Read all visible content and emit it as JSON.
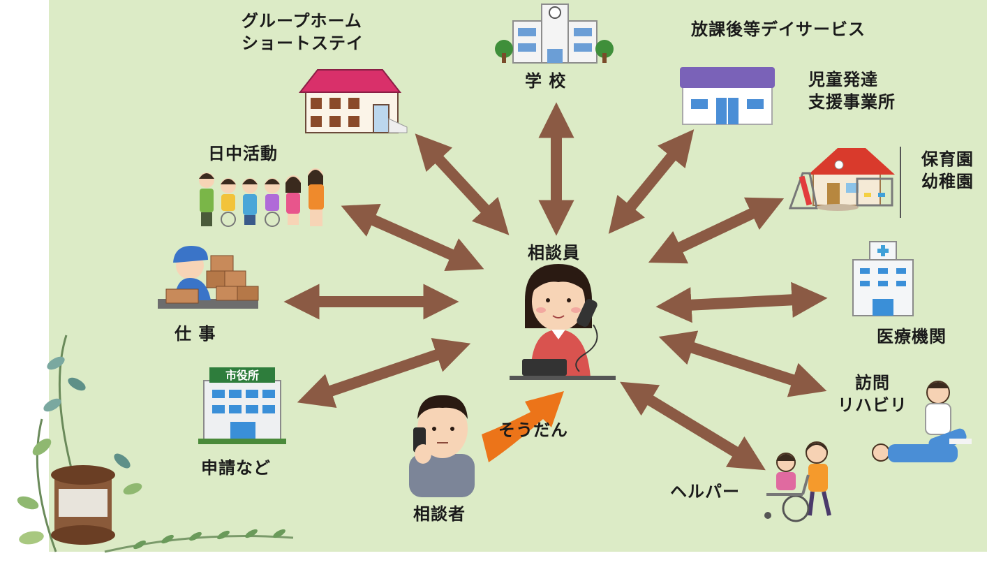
{
  "center": {
    "label": "相談員",
    "consultation_label": "そうだん",
    "client_label": "相談者"
  },
  "nodes": {
    "group_home": {
      "line1": "グループホーム",
      "line2": "ショートステイ"
    },
    "school": {
      "label": "学 校"
    },
    "after_school": {
      "label": "放課後等デイサービス"
    },
    "child_dev": {
      "line1": "児童発達",
      "line2": "支援事業所"
    },
    "nursery": {
      "line1": "保育園",
      "line2": "幼稚園"
    },
    "medical": {
      "label": "医療機関"
    },
    "rehab": {
      "line1": "訪問",
      "line2": "リハビリ"
    },
    "helper": {
      "label": "ヘルパー"
    },
    "day_activity": {
      "label": "日中活動"
    },
    "work": {
      "label": "仕 事"
    },
    "application": {
      "label": "申請など"
    },
    "city_hall": {
      "sign": "市役所"
    }
  },
  "colors": {
    "background": "#dcebc6",
    "arrow": "#8b5a44",
    "consult_arrow": "#ec7419",
    "left_strip": "#ffffff"
  },
  "icons": [
    "group-home-building-icon",
    "school-building-icon",
    "day-service-building-icon",
    "nursery-school-icon",
    "hospital-icon",
    "rehab-therapist-icon",
    "helper-wheelchair-icon",
    "client-on-phone-icon",
    "city-hall-icon",
    "worker-boxes-icon",
    "day-activity-group-icon",
    "counselor-on-phone-icon",
    "plant-decoration-icon"
  ]
}
